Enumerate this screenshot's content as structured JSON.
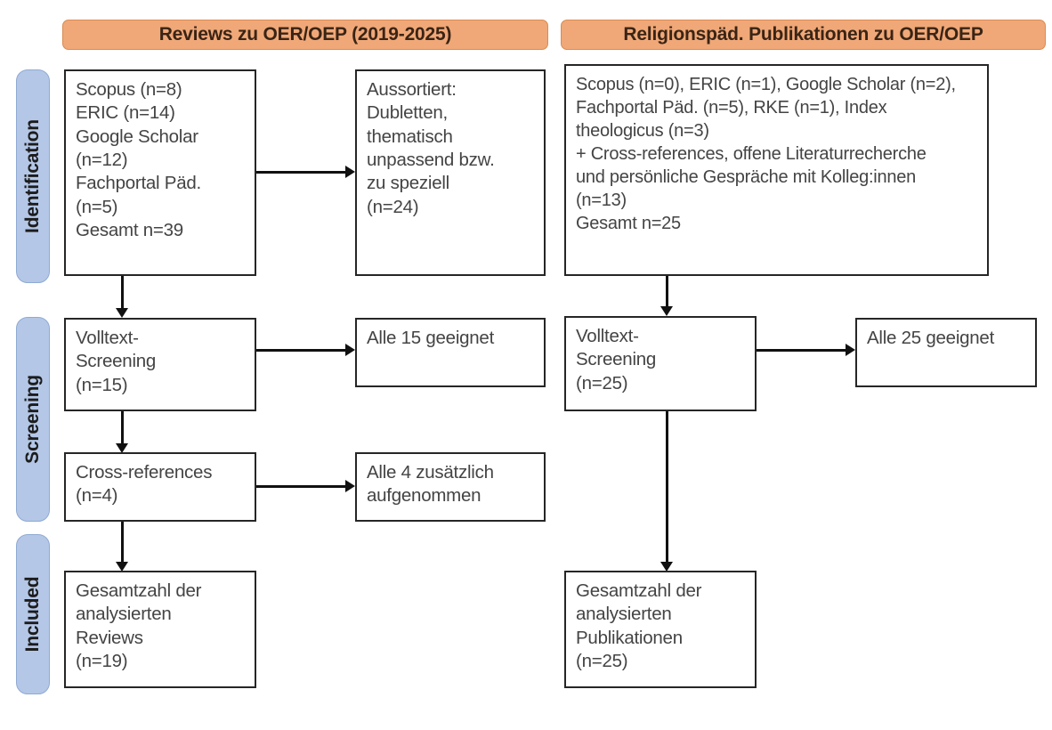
{
  "figure": {
    "type": "prisma-flow-diagram",
    "language": "de",
    "colors": {
      "stage_pill_fill": "#b4c7e7",
      "stage_pill_border": "#8faad4",
      "header_fill": "#f0a878",
      "header_border": "#d98b52",
      "box_border": "#262626",
      "box_fill": "#ffffff",
      "text": "#444444",
      "connector": "#111111"
    }
  },
  "stages": [
    {
      "id": "identification",
      "label": "Identification"
    },
    {
      "id": "screening",
      "label": "Screening"
    },
    {
      "id": "included",
      "label": "Included"
    }
  ],
  "columns": [
    {
      "id": "reviews",
      "header": "Reviews zu OER/OEP (2019-2025)",
      "boxes": {
        "sources": "Scopus (n=8)\nERIC (n=14)\nGoogle Scholar\n(n=12)\nFachportal Päd.\n(n=5)\nGesamt n=39",
        "excluded": "Aussortiert:\nDubletten,\nthematisch\nunpassend bzw.\nzu speziell\n(n=24)",
        "fulltext": "Volltext-\nScreening\n(n=15)",
        "fulltext_result": "Alle 15 geeignet",
        "crossrefs": "Cross-references\n(n=4)",
        "crossrefs_result": "Alle 4 zusätzlich\naufgenommen",
        "included": "Gesamtzahl der\nanalysierten\nReviews\n(n=19)"
      }
    },
    {
      "id": "religionspaed",
      "header": "Religionspäd. Publikationen zu OER/OEP",
      "boxes": {
        "sources": "Scopus (n=0), ERIC (n=1), Google Scholar (n=2),\nFachportal Päd. (n=5), RKE (n=1), Index\ntheologicus (n=3)\n+ Cross-references, offene Literaturrecherche\nund persönliche Gespräche mit Kolleg:innen\n(n=13)\nGesamt n=25",
        "fulltext": "Volltext-\nScreening\n(n=25)",
        "fulltext_result": "Alle 25 geeignet",
        "included": "Gesamtzahl der\nanalysierten\nPublikationen\n(n=25)"
      }
    }
  ]
}
